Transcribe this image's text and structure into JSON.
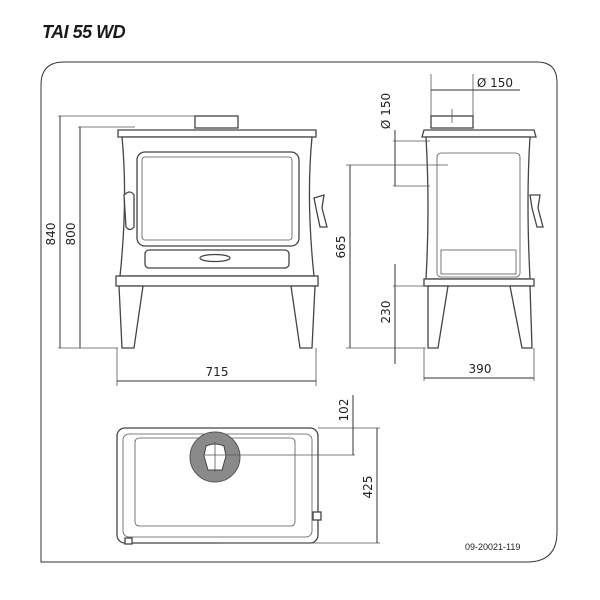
{
  "title": "TAI 55 WD",
  "dimensions": {
    "total_height": "840",
    "body_height": "800",
    "width": "715",
    "flue_rear_height": "665",
    "leg_height": "230",
    "flue_rear_diameter": "Ø 150",
    "flue_top_diameter": "Ø 150",
    "depth": "390",
    "flue_offset": "102",
    "top_depth": "425"
  },
  "drawing_code": "09-20021-119",
  "colors": {
    "line": "#333333",
    "flue_fill": "#8a8a8a"
  }
}
